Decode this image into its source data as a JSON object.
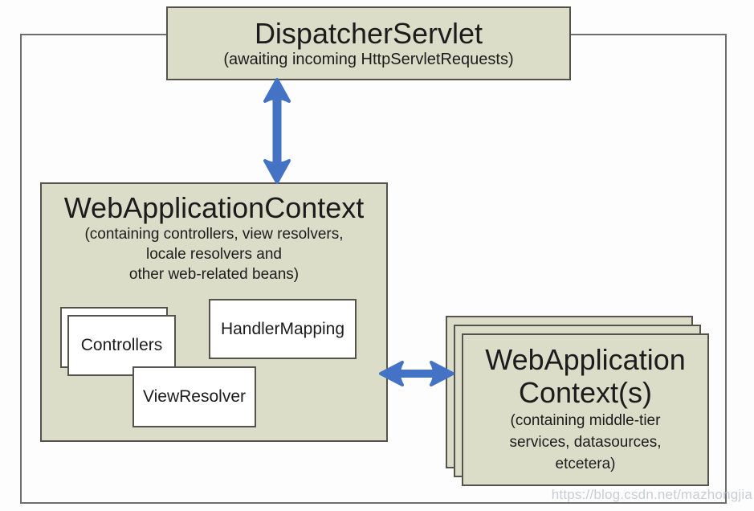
{
  "diagram": {
    "dispatcher_servlet": {
      "title": "DispatcherServlet",
      "subtitle": "(awaiting incoming HttpServletRequests)"
    },
    "web_application_context": {
      "title": "WebApplicationContext",
      "subtitle_lines": [
        "(containing controllers, view resolvers,",
        "locale resolvers and",
        "other web-related beans)"
      ],
      "controllers_label": "Controllers",
      "handler_mapping_label": "HandlerMapping",
      "view_resolver_label": "ViewResolver"
    },
    "web_application_contexts": {
      "title_lines": [
        "WebApplication",
        "Context(s)"
      ],
      "subtitle_lines": [
        "(containing middle-tier",
        "services, datasources,",
        "etcetera)"
      ]
    },
    "watermark": "https://blog.csdn.net/mazhongjia",
    "colors": {
      "box_fill": "#dbddc8",
      "box_border": "#55544c",
      "boundary_border": "#6e6e6e",
      "arrow_blue": "#4472c4",
      "watermark_gray": "#c9cdd2",
      "text": "#1c1c1c"
    }
  }
}
